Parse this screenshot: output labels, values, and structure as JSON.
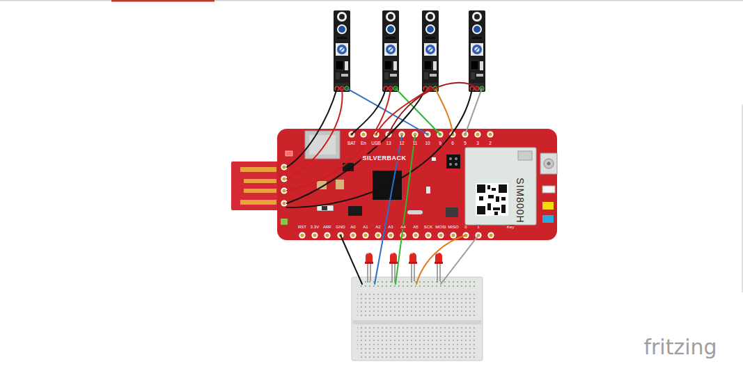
{
  "diagram": {
    "nodes": [
      {
        "text": [
          "SILVERBACK"
        ]
      },
      {
        "text": [
          "SIM800H"
        ],
        "in": 0
      }
    ],
    "labels": [
      "BAT",
      "En",
      "USB",
      "13",
      "12",
      "11",
      "10",
      "9",
      "6",
      "5",
      "3",
      "2",
      "RST",
      "3.3V",
      "ARF",
      "GND",
      "A0",
      "A1",
      "A2",
      "A3",
      "A4",
      "A5",
      "SCK",
      "MOSI",
      "MISO",
      "0",
      "1",
      "Key",
      "fritzing"
    ]
  }
}
